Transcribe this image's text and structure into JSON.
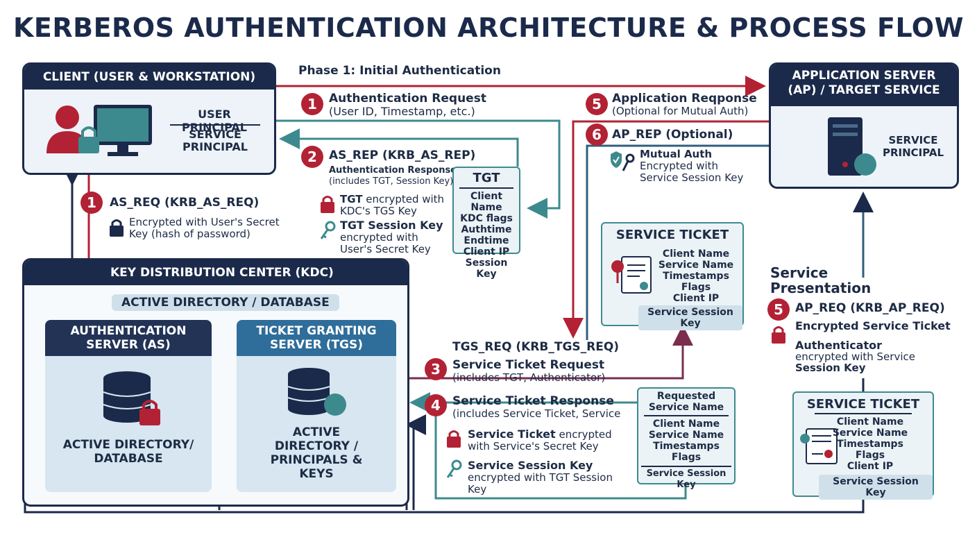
{
  "title": "KERBEROS AUTHENTICATION ARCHITECTURE & PROCESS FLOW",
  "colors": {
    "navy": "#1b2a4a",
    "red": "#b22234",
    "teal": "#3d8a8e",
    "light": "#edf3f8"
  },
  "client": {
    "header": "CLIENT (USER & WORKSTATION)",
    "user_principal": "USER PRINCIPAL",
    "service_principal": "SERVICE PRINCIPAL"
  },
  "app_server": {
    "header": "APPLICATION SERVER (AP) / TARGET SERVICE",
    "service_principal": "SERVICE PRINCIPAL"
  },
  "kdc": {
    "header": "KEY DISTRIBUTION CENTER (KDC)",
    "ad_label": "ACTIVE DIRECTORY / DATABASE",
    "as_header": "AUTHENTICATION SERVER (AS)",
    "as_db": "ACTIVE DIRECTORY/ DATABASE",
    "tgs_header": "TICKET GRANTING SERVER (TGS)",
    "tgs_db": "ACTIVE DIRECTORY / PRINCIPALS & KEYS"
  },
  "phase1": "Phase 1: Initial Authentication",
  "step1_top": {
    "num": "1",
    "title": "Authentication Request",
    "sub": "(User ID, Timestamp, etc.)"
  },
  "step1_left": {
    "num": "1",
    "title": "AS_REQ (KRB_AS_REQ)",
    "note": "Encrypted with User's Secret Key (hash of password)"
  },
  "step2": {
    "num": "2",
    "title": "AS_REP (KRB_AS_REP)",
    "sub1": "Authentication Response",
    "sub2": "(includes TGT, Session Key)",
    "tgt_enc_bold": "TGT",
    "tgt_enc": "encrypted with KDC's TGS Key",
    "tsk_bold": "TGT Session Key",
    "tsk": "encrypted with User's Secret Key"
  },
  "tgt_ticket": {
    "title": "TGT",
    "lines": [
      "Client Name",
      "KDC flags",
      "Authtime",
      "Endtime",
      "Client IP",
      "Session Key"
    ]
  },
  "step3": {
    "num": "3",
    "label": "TGS_REQ (KRB_TGS_REQ)",
    "title": "Service Ticket Request",
    "sub": "(includes TGT, Authenticator)"
  },
  "step4": {
    "num": "4",
    "title": "Service Ticket Response",
    "sub": "(includes Service Ticket, Service",
    "st_bold": "Service Ticket",
    "st": "encrypted with Service's Secret Key",
    "ssk_bold": "Service Session Key",
    "ssk": "encrypted with TGT Session Key"
  },
  "requested_ticket": {
    "top": "Requested Service Name",
    "lines": [
      "Client Name",
      "Service Name",
      "Timestamps",
      "Flags"
    ],
    "key": "Service Session Key"
  },
  "step5_top": {
    "num": "5",
    "title": "Application Reqponse",
    "sub": "(Optional for Mutual Auth)"
  },
  "step6": {
    "num": "6",
    "title": "AP_REP (Optional)",
    "mutual_bold": "Mutual Auth",
    "mutual": "Encrypted with Service Session Key"
  },
  "service_ticket_mid": {
    "title": "SERVICE TICKET",
    "lines": [
      "Client Name",
      "Service Name",
      "Timestamps",
      "Flags",
      "Client IP"
    ],
    "key": "Service Session Key"
  },
  "service_presentation": {
    "title": "Service Presentation",
    "num": "5",
    "req": "AP_REQ (KRB_AP_REQ)",
    "est": "Encrypted Service Ticket",
    "auth_bold": "Authenticator",
    "auth1": "encrypted with Service",
    "auth2": "Session Key"
  },
  "service_ticket_right": {
    "title": "SERVICE TICKET",
    "lines": [
      "Client Name",
      "Service Name",
      "Timestamps",
      "Flags",
      "Client IP"
    ],
    "key": "Service Session Key"
  }
}
